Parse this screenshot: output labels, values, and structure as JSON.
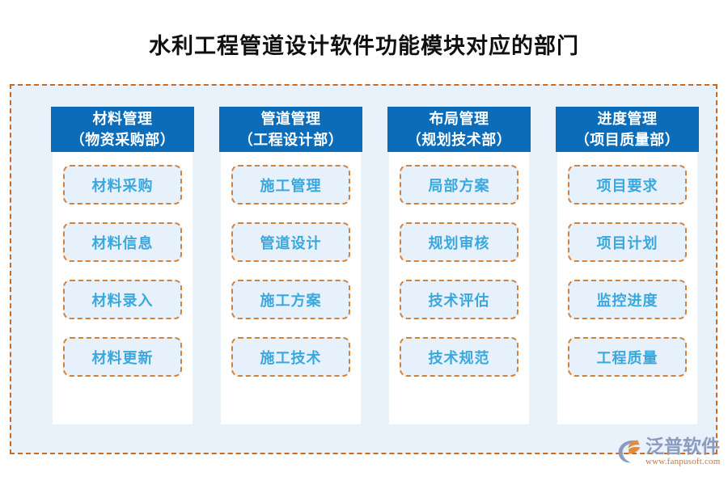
{
  "page": {
    "title": "水利工程管道设计软件功能模块对应的部门",
    "background_color": "#ffffff",
    "panel_background_color": "#e9f2fb",
    "panel_border_color": "#cc6a1f",
    "header_color": "#0b6dba",
    "item_text_color": "#3aa8dc",
    "item_border_color": "#d2823c",
    "item_fill_color": "#e6f1fb"
  },
  "columns": [
    {
      "module": "材料管理",
      "department": "（物资采购部）",
      "items": [
        {
          "label": "材料采购"
        },
        {
          "label": "材料信息"
        },
        {
          "label": "材料录入"
        },
        {
          "label": "材料更新"
        }
      ]
    },
    {
      "module": "管道管理",
      "department": "（工程设计部）",
      "items": [
        {
          "label": "施工管理"
        },
        {
          "label": "管道设计"
        },
        {
          "label": "施工方案"
        },
        {
          "label": "施工技术"
        }
      ]
    },
    {
      "module": "布局管理",
      "department": "（规划技术部）",
      "items": [
        {
          "label": "局部方案"
        },
        {
          "label": "规划审核"
        },
        {
          "label": "技术评估"
        },
        {
          "label": "技术规范"
        }
      ]
    },
    {
      "module": "进度管理",
      "department": "（项目质量部）",
      "items": [
        {
          "label": "项目要求"
        },
        {
          "label": "项目计划"
        },
        {
          "label": "监控进度"
        },
        {
          "label": "工程质量"
        }
      ]
    }
  ],
  "brand": {
    "name": "泛普软件",
    "url": "www.fanpusoft.com",
    "mark_color_primary": "#8b9bbd",
    "mark_color_accent": "#e08c3c",
    "name_color": "#8b9bbd",
    "url_color": "#c8723c"
  }
}
